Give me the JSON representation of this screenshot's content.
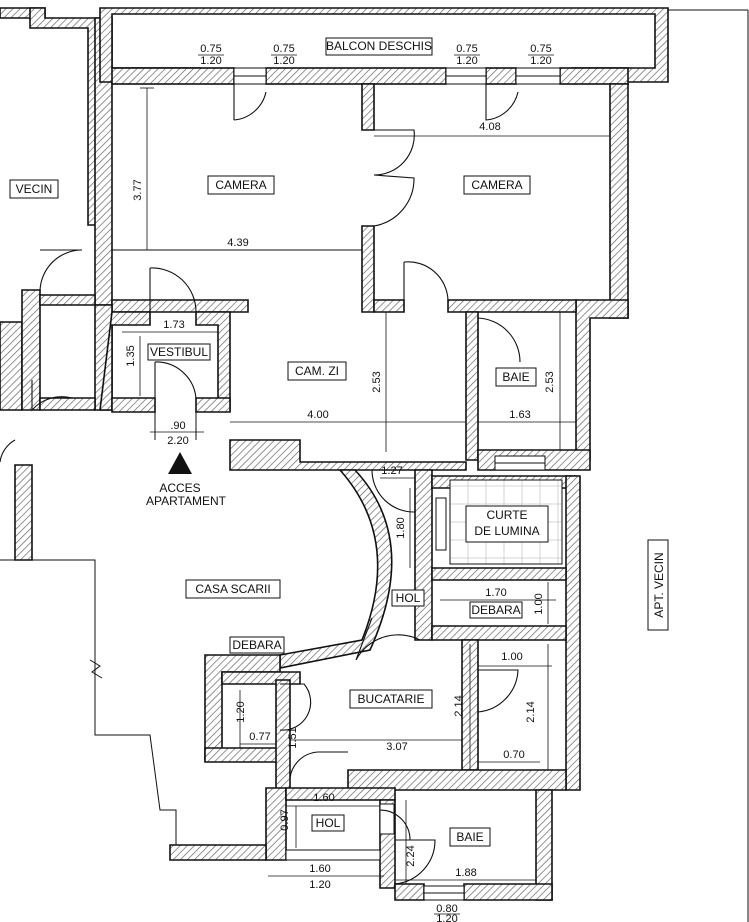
{
  "balcony": {
    "label": "BALCON DESCHIS"
  },
  "windows": {
    "w1": {
      "width": "0.75",
      "height": "1.20"
    },
    "w2": {
      "width": "0.75",
      "height": "1.20"
    },
    "w3": {
      "width": "0.75",
      "height": "1.20"
    },
    "w4": {
      "width": "0.75",
      "height": "1.20"
    },
    "bottom": {
      "width": "0.80",
      "height": "1.20"
    }
  },
  "rooms": {
    "vecin": "VECIN",
    "camera1": "CAMERA",
    "camera2": "CAMERA",
    "vestibul": "VESTIBUL",
    "cam_zi": "CAM. ZI",
    "baie1": "BAIE",
    "curte_line1": "CURTE",
    "curte_line2": "DE LUMINA",
    "casa_scarii": "CASA SCARII",
    "hol1": "HOL",
    "debara1": "DEBARA",
    "debara2": "DEBARA",
    "bucatarie": "BUCATARIE",
    "hol2": "HOL",
    "baie2": "BAIE",
    "apt_vecin": "APT. VECIN"
  },
  "access": {
    "line1": "ACCES",
    "line2": "APARTAMENT"
  },
  "dimensions": {
    "cam1_height": "3.77",
    "cam2_width": "4.08",
    "cam1_width": "4.39",
    "vest_width": "1.73",
    "vest_height": "1.35",
    "door_width": ".90",
    "door_height": "2.20",
    "camzi_height": "2.53",
    "camzi_width": "4.00",
    "baie_height": "2.53",
    "baie_width": "1.63",
    "hol_width": "1.27",
    "hol_height": "1.80",
    "deb_width": "1.70",
    "deb_height": "1.00",
    "deb2_height": "1.20",
    "deb2_width": "0.77",
    "buc_small": "1.51",
    "buc_height": "2.14",
    "buc_width": "3.07",
    "pantry_width": "1.00",
    "pantry_height": "2.14",
    "pantry_bottom": "0.70",
    "hol2_width": "1.60",
    "hol2_height": "0.97",
    "baie2_height": "2.24",
    "baie2_width": "1.88",
    "bot_window_w": "1.60",
    "bot_window_h": "1.20"
  }
}
